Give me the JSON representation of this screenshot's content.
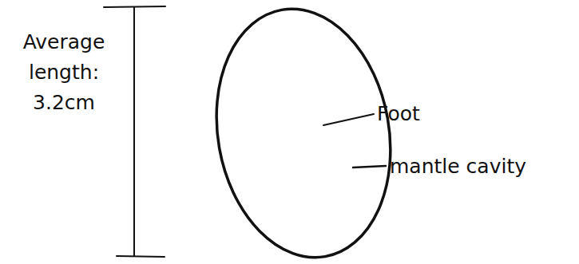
{
  "diagram": {
    "labels": [
      "Average length: 3.2cm",
      "Foot",
      "mantle cavity"
    ]
  }
}
